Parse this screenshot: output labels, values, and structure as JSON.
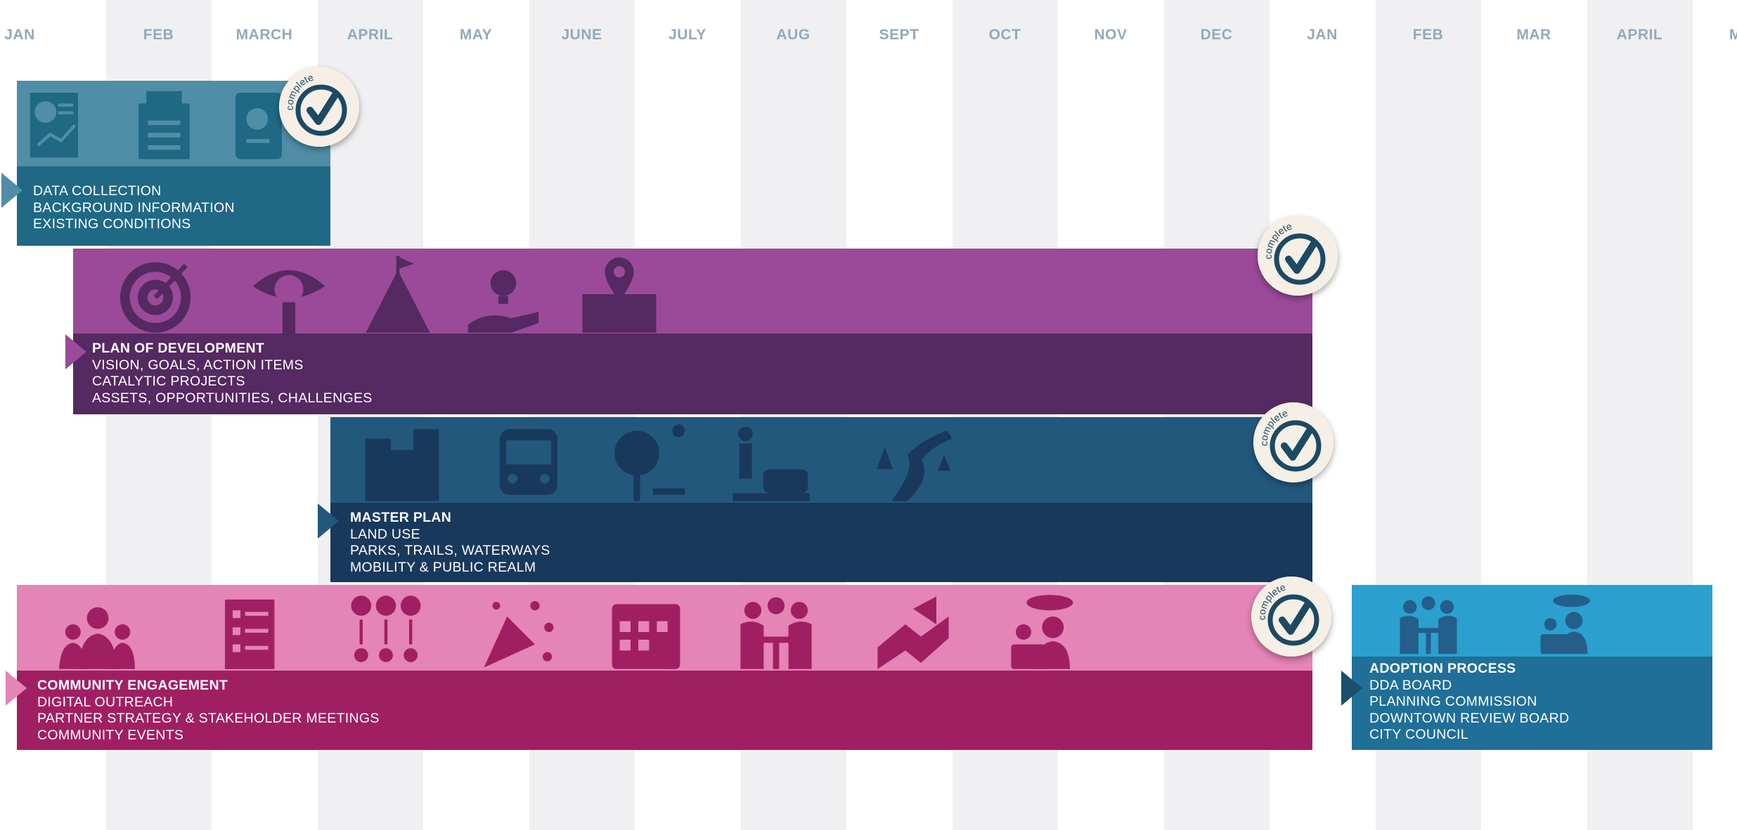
{
  "timeline": {
    "months": [
      "JAN",
      "FEB",
      "MARCH",
      "APRIL",
      "MAY",
      "JUNE",
      "JULY",
      "AUG",
      "SEPT",
      "OCT",
      "NOV",
      "DEC",
      "JAN",
      "FEB",
      "MAR",
      "APRIL",
      "MAY"
    ]
  },
  "badge_label": "complete",
  "phases": [
    {
      "title": "",
      "lines": [
        "DATA COLLECTION",
        "BACKGROUND INFORMATION",
        "EXISTING CONDITIONS"
      ],
      "complete": true,
      "colors": {
        "top": "#4f8ea6",
        "bottom": "#1f6985",
        "marker": "#4f8ea6"
      },
      "icons": [
        "chart-document-icon",
        "file-cabinet-icon",
        "tablet-chart-icon"
      ]
    },
    {
      "title": "PLAN OF DEVELOPMENT",
      "lines": [
        "VISION, GOALS, ACTION ITEMS",
        "CATALYTIC PROJECTS",
        "ASSETS, OPPORTUNITIES, CHALLENGES"
      ],
      "complete": true,
      "colors": {
        "top": "#9a4a99",
        "bottom": "#552961",
        "marker": "#9a4a99"
      },
      "icons": [
        "target-icon",
        "eye-gauge-icon",
        "mountain-flag-icon",
        "lightbulb-hand-icon",
        "map-pin-icon"
      ]
    },
    {
      "title": "MASTER PLAN",
      "lines": [
        "LAND USE",
        "PARKS, TRAILS, WATERWAYS",
        "MOBILITY & PUBLIC REALM"
      ],
      "complete": true,
      "colors": {
        "top": "#23587d",
        "bottom": "#19395c",
        "marker": "#23587d"
      },
      "icons": [
        "buildings-icon",
        "bus-icon",
        "park-tree-icon",
        "pedestrians-car-icon",
        "trail-trees-icon"
      ]
    },
    {
      "title": "COMMUNITY ENGAGEMENT",
      "lines": [
        "DIGITAL OUTREACH",
        "PARTNER STRATEGY & STAKEHOLDER MEETINGS",
        "COMMUNITY EVENTS"
      ],
      "complete": true,
      "colors": {
        "top": "#e584b6",
        "bottom": "#a01f63",
        "marker": "#e584b6"
      },
      "icons": [
        "crowd-icon",
        "checklist-icon",
        "voting-icon",
        "party-popper-icon",
        "calendar-icon",
        "meeting-table-icon",
        "handshake-megaphone-icon",
        "presentation-icon"
      ]
    },
    {
      "title": "ADOPTION PROCESS",
      "lines": [
        "DDA BOARD",
        "PLANNING COMMISSION",
        "DOWNTOWN REVIEW BOARD",
        "CITY COUNCIL"
      ],
      "complete": false,
      "colors": {
        "top": "#2ba0cf",
        "bottom": "#1f6f98",
        "marker": "#1b4f6c"
      },
      "icons": [
        "meeting-table-icon",
        "presentation-icon"
      ]
    }
  ]
}
